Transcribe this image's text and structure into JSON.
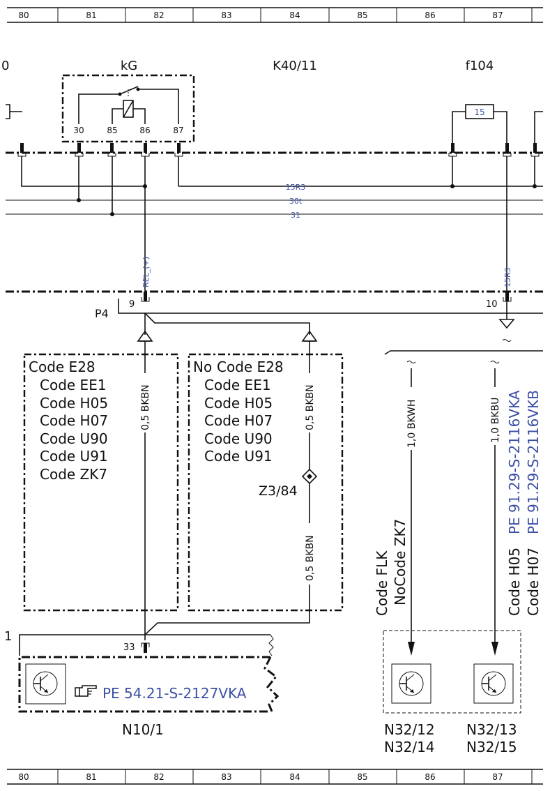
{
  "grid": {
    "columns": [
      "80",
      "81",
      "82",
      "83",
      "84",
      "85",
      "86",
      "87"
    ]
  },
  "components": {
    "kG_label": "kG",
    "relay_name": "K40/11",
    "fuse_name": "f104",
    "fuse_value": "15",
    "relay_pins": [
      "30",
      "85",
      "86",
      "87"
    ],
    "p4_label": "P4",
    "pin9": "9",
    "pin10": "10",
    "pin33": "33",
    "left_edge_label": "0",
    "left_edge_label2": "1",
    "splice": "Z3/84",
    "n10": "N10/1",
    "n32_a": "N32/12",
    "n32_b": "N32/14",
    "n32_c": "N32/13",
    "n32_d": "N32/15"
  },
  "wires": {
    "bus_15r3": "15R3",
    "bus_30t": "30t",
    "bus_31": "31",
    "rel_label": "REL_(+)",
    "v_15r3": "15R3",
    "w1": "0,5 BKBN",
    "w2": "0,5 BKBN",
    "w3": "0,5 BKBN",
    "w4": "1,0 BKWH",
    "w5": "1,0 BKBU"
  },
  "codes_left": [
    "Code E28",
    "Code EE1",
    "Code H05",
    "Code H07",
    "Code U90",
    "Code U91",
    "Code ZK7"
  ],
  "codes_right_prefix": "No",
  "codes_right": [
    "Code E28",
    "Code EE1",
    "Code H05",
    "Code H07",
    "Code U90",
    "Code U91"
  ],
  "vertical_codes": {
    "flk": "Code FLK",
    "no_zk7": "NoCode ZK7",
    "h05": "Code H05",
    "h07": "Code H07",
    "ref_vka": "PE 91.29-S-2116VKA",
    "ref_vkb": "PE 91.29-S-2116VKB"
  },
  "reference": "PE 54.21-S-2127VKA",
  "colors": {
    "line": "#111111",
    "link": "#3b4fa6"
  }
}
